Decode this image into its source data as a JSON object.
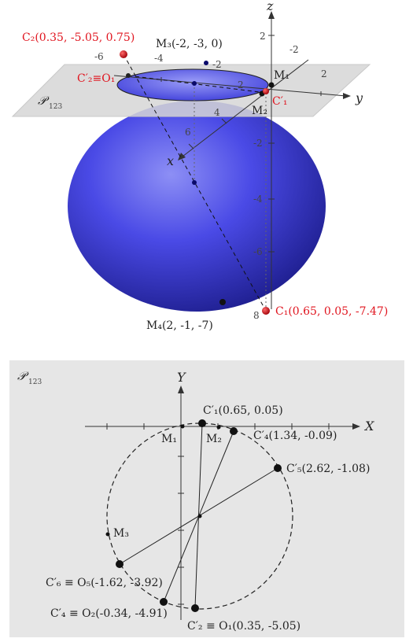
{
  "top": {
    "plane_label": "𝒫",
    "plane_sub": "123",
    "axis_x": "x",
    "axis_y": "y",
    "axis_z": "z",
    "ticks": {
      "y_neg6": "-6",
      "y_neg4": "-4",
      "y_neg2": "-2",
      "y_2": "2",
      "x_neg2": "-2",
      "x_2": "2",
      "x_4": "4",
      "x_6": "6",
      "x_8": "8",
      "z_2": "2",
      "z_neg2": "-2",
      "z_neg4": "-4",
      "z_neg6": "-6"
    },
    "labels": {
      "C2": "C₂(0.35, -5.05, 0.75)",
      "M3": "M₃(-2, -3, 0)",
      "C2p_O1": "C′₂≡O₁",
      "M1": "M₁",
      "M2": "M₂",
      "C1p": "C′₁",
      "C1": "C₁(0.65, 0.05, -7.47)",
      "M4": "M₄(2, -1, -7)"
    }
  },
  "bottom": {
    "plane_label": "𝒫",
    "plane_sub": "123",
    "axis_X": "X",
    "axis_Y": "Y",
    "labels": {
      "C1p": "C′₁(0.65, 0.05)",
      "M1": "M₁",
      "M2": "M₂",
      "C4p_top": "C′₄(1.34, -0.09)",
      "C5p": "C′₅(2.62, -1.08)",
      "M3": "M₃",
      "C6p_O5": "C′₆ ≡ O₅(-1.62, -3.92)",
      "C4p_O2": "C′₄ ≡ O₂(-0.34, -4.91)",
      "C2p_O1": "C′₂ ≡ O₁(0.35, -5.05)"
    }
  },
  "colors": {
    "sphere_light": "#8a8cf2",
    "sphere_mid": "#3a3ae0",
    "sphere_dark": "#1c1c8a",
    "plane_fill": "#dcdcdc",
    "red_point": "#d9101a",
    "panel_bg": "#e6e6e6"
  }
}
